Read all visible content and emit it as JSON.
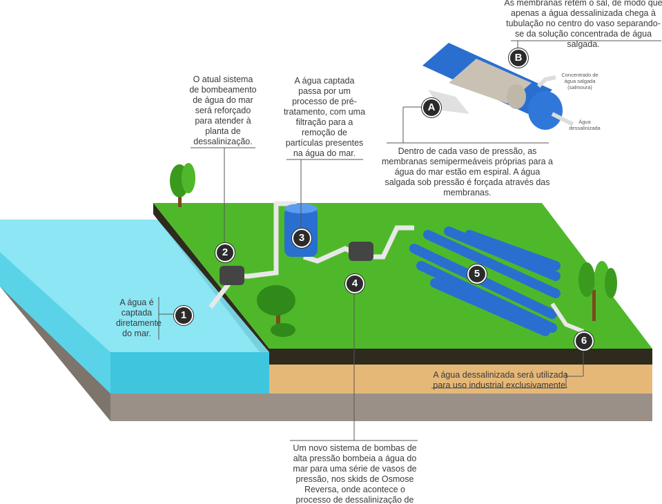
{
  "callouts": {
    "b": "As membranas retêm o sal, de modo que apenas a água dessalinizada chega à tubulação no centro do vaso  separando-se da solução concentrada de água salgada.",
    "a": "Dentro de cada vaso de pressão, as membranas semipermeáveis próprias para a água do mar estão em espiral. A água salgada sob pressão é forçada através das membranas.",
    "s1": "A água é captada diretamente do mar.",
    "s2": "O atual sistema de bombeamento de água do mar será reforçado para atender à planta de dessalinização.",
    "s3": "A água captada passa por um processo de pré-tratamento, com uma filtração para a remoção de partículas presentes na água do mar.",
    "s4": "Um novo sistema de bombas de alta pressão bombeia a água do mar para uma série de vasos de pressão, nos skids de Osmose Reversa, onde acontece o processo de dessalinização de água do mar.",
    "s6": "A água dessalinizada será utilizada para uso industrial exclusivamente."
  },
  "membrane_labels": {
    "concentrate": "Concentrado de água salgada (salmoura)",
    "desalinated": "Água dessalinizada"
  },
  "badges": {
    "one": "1",
    "two": "2",
    "three": "3",
    "four": "4",
    "five": "5",
    "six": "6",
    "a": "A",
    "b": "B"
  },
  "colors": {
    "sea": "#5fd8ec",
    "grass": "#4fb82a",
    "pipe_blue": "#2a6fd0",
    "soil": "#2e2a1e",
    "wood": "#e6b878",
    "rock": "#9a9088"
  }
}
